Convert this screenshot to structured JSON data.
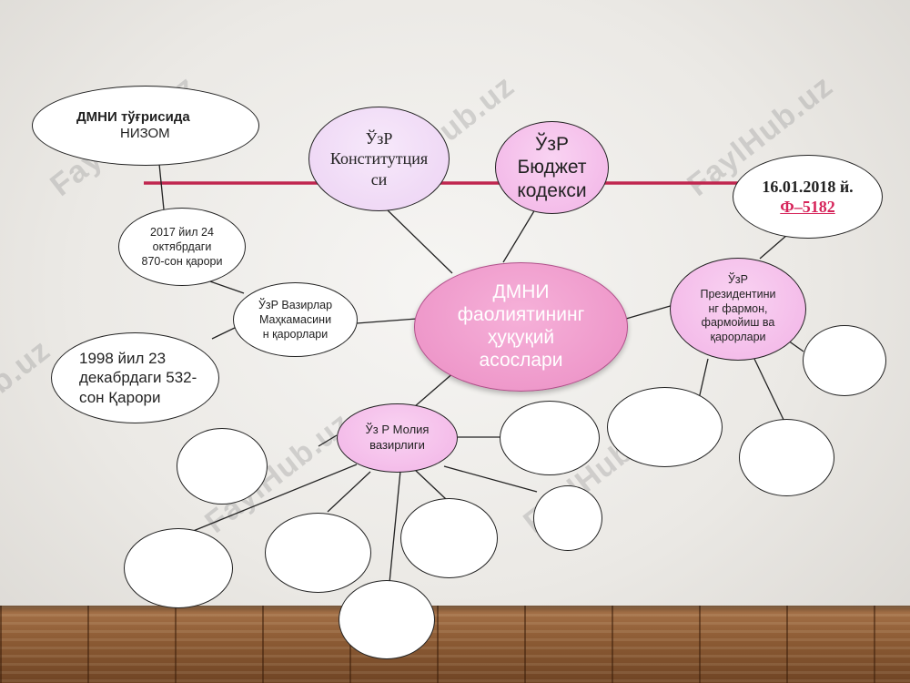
{
  "watermark": "FaylHub.uz",
  "center": {
    "lines": [
      "ДМНИ",
      "фаолиятининг",
      "ҳуқуқий",
      "асослари"
    ]
  },
  "nodes": {
    "nizom": {
      "line1": "ДМНИ тўғрисида",
      "line2": "НИЗОМ"
    },
    "constitution": {
      "lines": [
        "ЎзР",
        "Конститутция",
        "си"
      ]
    },
    "budget_code": {
      "lines": [
        "ЎзР",
        "Бюджет",
        "кодекси"
      ]
    },
    "decree_date": {
      "date": "16.01.2018 й.",
      "number": "Ф–5182"
    },
    "resolution_870": {
      "lines": [
        "2017 йил 24",
        "октябрдаги",
        "870-сон қарори"
      ]
    },
    "cabinet": {
      "lines": [
        "ЎзР Вазирлар",
        "Маҳкамасини",
        "н қарорлари"
      ]
    },
    "resolution_532": {
      "lines": [
        "1998 йил 23",
        "декабрдаги 532-",
        "сон Қарори"
      ]
    },
    "president": {
      "lines": [
        "ЎзР",
        "Президентини",
        "нг фармон,",
        "фармойиш ва",
        "қарорлари"
      ]
    },
    "finance_ministry": {
      "lines": [
        "Ўз Р Молия",
        "вазирлиги"
      ]
    }
  },
  "colors": {
    "center_fill": "#eb8ec4",
    "pink_fill": "#f2b3e6",
    "lavender_fill": "#ecd2f3",
    "timeline": "#c0264f",
    "decree_number": "#d6245a"
  }
}
